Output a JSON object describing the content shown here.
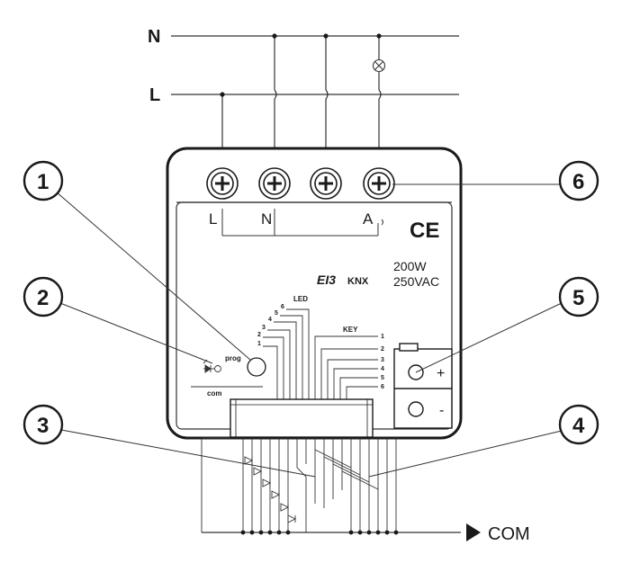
{
  "lines": {
    "neutral": "N",
    "live": "L"
  },
  "terminals": {
    "labels": [
      "L",
      "N",
      "A"
    ]
  },
  "ce_mark": "CE",
  "brand": "EI3",
  "knx": "KNX",
  "rating": {
    "power": "200W",
    "voltage": "250VAC"
  },
  "prog_label": "prog",
  "com_label": "com",
  "led_header": "LED",
  "led_numbers": [
    "6",
    "5",
    "4",
    "3",
    "2",
    "1"
  ],
  "key_header": "KEY",
  "key_numbers": [
    "1",
    "2",
    "3",
    "4",
    "5",
    "6"
  ],
  "dc_terminal": {
    "plus": "+",
    "minus": "-"
  },
  "com_output": "COM",
  "callouts": [
    "1",
    "2",
    "3",
    "4",
    "5",
    "6"
  ],
  "colors": {
    "ink": "#1a1a1a",
    "line": "#333333",
    "panel": "#ffffff"
  }
}
